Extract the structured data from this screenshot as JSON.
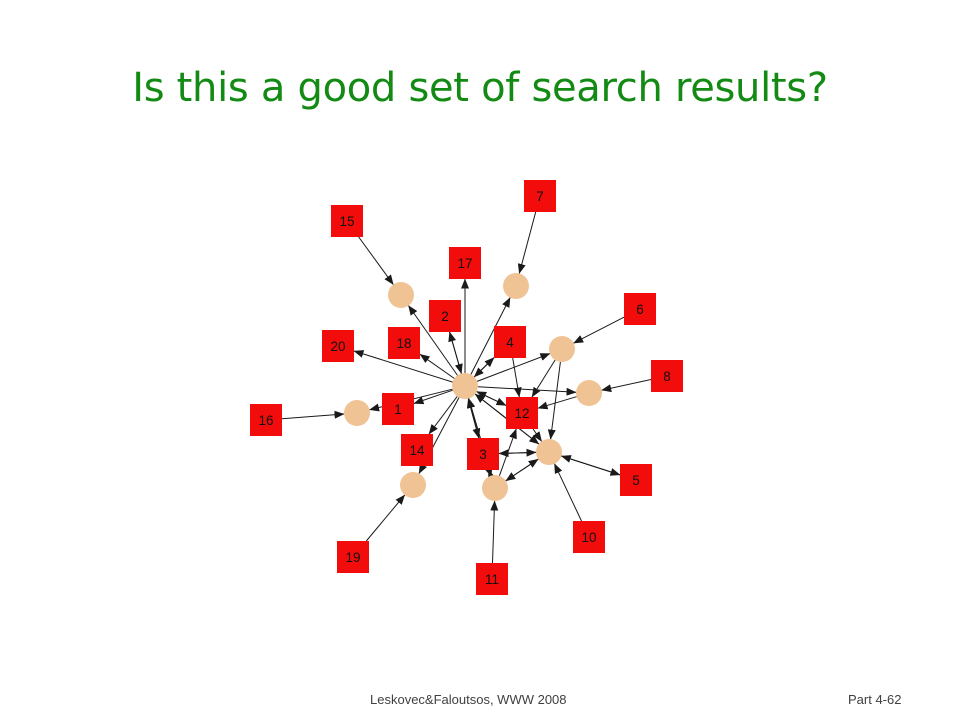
{
  "slide": {
    "title": "Is this a good set of search results?",
    "title_color": "#138a13",
    "footer_center": "Leskovec&Faloutsos, WWW 2008",
    "footer_right": "Part 4-62"
  },
  "colors": {
    "square_node": "#f20c0c",
    "circle_node": "#efc394",
    "edge": "#1a1a1a"
  },
  "graph": {
    "square_nodes": [
      {
        "id": "1",
        "label": "1"
      },
      {
        "id": "2",
        "label": "2"
      },
      {
        "id": "3",
        "label": "3"
      },
      {
        "id": "4",
        "label": "4"
      },
      {
        "id": "5",
        "label": "5"
      },
      {
        "id": "6",
        "label": "6"
      },
      {
        "id": "7",
        "label": "7"
      },
      {
        "id": "8",
        "label": "8"
      },
      {
        "id": "10",
        "label": "10"
      },
      {
        "id": "11",
        "label": "11"
      },
      {
        "id": "12",
        "label": "12"
      },
      {
        "id": "14",
        "label": "14"
      },
      {
        "id": "15",
        "label": "15"
      },
      {
        "id": "16",
        "label": "16"
      },
      {
        "id": "17",
        "label": "17"
      },
      {
        "id": "18",
        "label": "18"
      },
      {
        "id": "19",
        "label": "19"
      },
      {
        "id": "20",
        "label": "20"
      }
    ],
    "circle_nodes": [
      "hub",
      "c15",
      "c7",
      "c6",
      "c8",
      "c16",
      "c19",
      "c11",
      "c5"
    ],
    "edges": [
      {
        "from": "hub",
        "to": "17"
      },
      {
        "from": "hub",
        "to": "2"
      },
      {
        "from": "hub",
        "to": "18"
      },
      {
        "from": "hub",
        "to": "20"
      },
      {
        "from": "hub",
        "to": "1"
      },
      {
        "from": "hub",
        "to": "14"
      },
      {
        "from": "hub",
        "to": "4"
      },
      {
        "from": "hub",
        "to": "c15"
      },
      {
        "from": "hub",
        "to": "c7"
      },
      {
        "from": "hub",
        "to": "c6"
      },
      {
        "from": "hub",
        "to": "c8"
      },
      {
        "from": "hub",
        "to": "c16"
      },
      {
        "from": "hub",
        "to": "c19"
      },
      {
        "from": "hub",
        "to": "3"
      },
      {
        "from": "hub",
        "to": "12"
      },
      {
        "from": "hub",
        "to": "c5"
      },
      {
        "from": "hub",
        "to": "c11"
      },
      {
        "from": "2",
        "to": "hub"
      },
      {
        "from": "4",
        "to": "hub"
      },
      {
        "from": "12",
        "to": "hub"
      },
      {
        "from": "3",
        "to": "hub"
      },
      {
        "from": "c11",
        "to": "hub"
      },
      {
        "from": "c5",
        "to": "hub"
      },
      {
        "from": "15",
        "to": "c15"
      },
      {
        "from": "7",
        "to": "c7"
      },
      {
        "from": "6",
        "to": "c6"
      },
      {
        "from": "8",
        "to": "c8"
      },
      {
        "from": "16",
        "to": "c16"
      },
      {
        "from": "19",
        "to": "c19"
      },
      {
        "from": "11",
        "to": "c11"
      },
      {
        "from": "10",
        "to": "c5"
      },
      {
        "from": "5",
        "to": "c5"
      },
      {
        "from": "c5",
        "to": "5"
      },
      {
        "from": "4",
        "to": "12"
      },
      {
        "from": "c6",
        "to": "12"
      },
      {
        "from": "c6",
        "to": "c5"
      },
      {
        "from": "c8",
        "to": "12"
      },
      {
        "from": "12",
        "to": "c5"
      },
      {
        "from": "3",
        "to": "c5"
      },
      {
        "from": "c5",
        "to": "3"
      },
      {
        "from": "c11",
        "to": "12"
      },
      {
        "from": "c11",
        "to": "c5"
      },
      {
        "from": "c5",
        "to": "c11"
      },
      {
        "from": "3",
        "to": "c11"
      },
      {
        "from": "c11",
        "to": "3"
      }
    ]
  }
}
